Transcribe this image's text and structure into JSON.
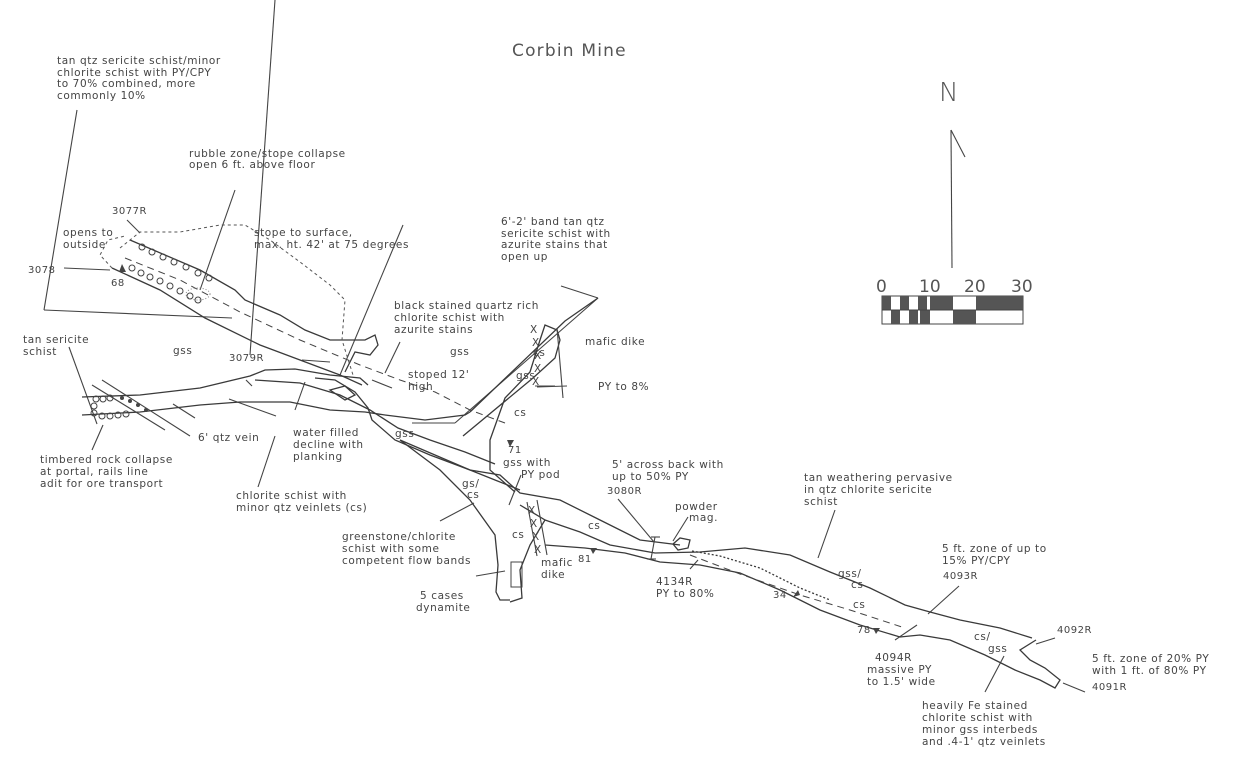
{
  "title": "Corbin Mine",
  "north_arrow": {
    "label": "N",
    "icon": "north-arrow-icon"
  },
  "scale_bar": {
    "ticks": [
      "0",
      "10",
      "20",
      "30"
    ],
    "units": "ft"
  },
  "annotations": {
    "tan_qtz": [
      "tan qtz sericite schist/minor",
      "chlorite schist with PY/CPY",
      "to 70% combined, more",
      "commonly 10%"
    ],
    "rubble": [
      "rubble zone/stope collapse",
      "open 6 ft. above floor"
    ],
    "stope": [
      "stope to surface,",
      "max. ht. 42' at 75 degrees"
    ],
    "band": [
      "6'-2' band tan qtz",
      "sericite schist with",
      "azurite stains that",
      "open up"
    ],
    "opens": [
      "opens to",
      "outside"
    ],
    "black_stained": [
      "black stained quartz rich",
      "chlorite schist with",
      "azurite stains"
    ],
    "tan_sericite": [
      "tan sericite",
      "schist"
    ],
    "timbered": [
      "timbered rock collapse",
      "at portal, rails line",
      "adit for ore transport"
    ],
    "qtz_vein": [
      "6' qtz vein"
    ],
    "water": [
      "water filled",
      "decline with",
      "planking"
    ],
    "stoped": [
      "stoped 12'",
      "high"
    ],
    "chlorite_cs": [
      "chlorite schist with",
      "minor qtz veinlets (cs)"
    ],
    "greenstone": [
      "greenstone/chlorite",
      "schist with some",
      "competent flow bands"
    ],
    "dynamite": [
      "5 cases",
      "dynamite"
    ],
    "mafic_dike_upper": [
      "mafic dike"
    ],
    "py8": [
      "PY to 8%"
    ],
    "gss_pod": [
      "gss with",
      "PY pod"
    ],
    "mafic_dike_lower": [
      "mafic",
      "dike"
    ],
    "five_across": [
      "5' across back with",
      "up to 50% PY"
    ],
    "powder": [
      "powder",
      "mag."
    ],
    "py80": [
      "4134R",
      "PY to 80%"
    ],
    "tan_weathering": [
      "tan weathering pervasive",
      "in qtz chlorite sericite",
      "schist"
    ],
    "five_ft_15": [
      "5 ft. zone of up to",
      "15% PY/CPY"
    ],
    "massive_py": [
      "4094R",
      "massive PY",
      "to 1.5' wide"
    ],
    "five_ft_20": [
      "5 ft. zone of 20% PY",
      "with 1 ft. of 80% PY"
    ],
    "heavily_fe": [
      "heavily Fe stained",
      "chlorite schist with",
      "minor gss interbeds",
      "and .4-1' qtz veinlets"
    ]
  },
  "sample_ids": {
    "s3077R": "3077R",
    "s3078": "3078",
    "s3079R": "3079R",
    "s3080R": "3080R",
    "s4093R": "4093R",
    "s4092R": "4092R",
    "s4091R": "4091R"
  },
  "dips": {
    "d68": "68",
    "d71": "71",
    "d81": "81",
    "d34": "34",
    "d78": "78"
  },
  "rock_units": {
    "gss1": "gss",
    "gss2": "gss",
    "gss3": "gss",
    "gss4": "gss",
    "cs1": "cs",
    "cs2": "cs",
    "cs3": "cs",
    "cs4": "cs",
    "gs_cs": [
      "gs/",
      "cs"
    ],
    "gss_cs": [
      "gss/",
      "cs"
    ],
    "cs5": "cs",
    "cs_gss": [
      "cs/",
      "gss"
    ]
  }
}
